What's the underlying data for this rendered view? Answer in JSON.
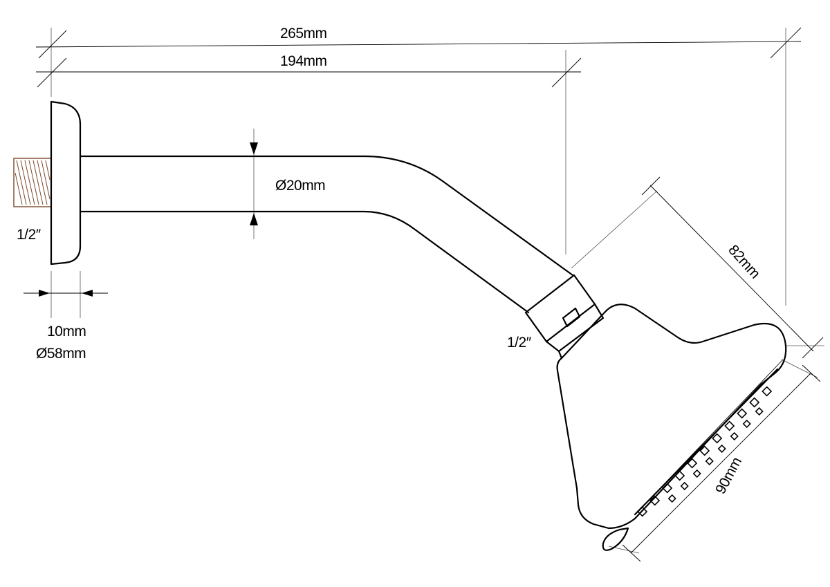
{
  "dimensions": {
    "total_length": "265mm",
    "arm_length": "194mm",
    "pipe_diameter": "Ø20mm",
    "head_height": "82mm",
    "head_width": "90mm",
    "flange_thickness": "10mm",
    "flange_diameter": "Ø58mm",
    "wall_thread": "1/2″",
    "head_thread": "1/2″"
  },
  "colors": {
    "line": "#000000",
    "thread": "#7a4a2a",
    "background": "#ffffff"
  }
}
